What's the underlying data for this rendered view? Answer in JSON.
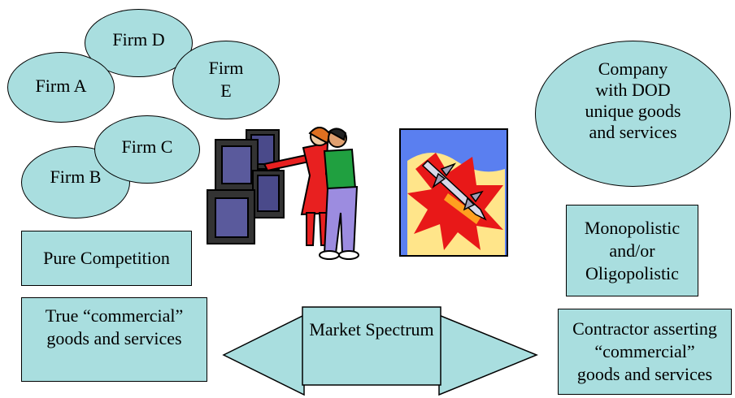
{
  "colors": {
    "fill": "#a9dedf",
    "stroke": "#000000"
  },
  "firms": {
    "firm_d": "Firm D",
    "firm_a": "Firm A",
    "firm_e_1": "Firm",
    "firm_e_2": "E",
    "firm_c": "Firm C",
    "firm_b": "Firm B"
  },
  "company": {
    "line1": "Company",
    "line2": "with DOD",
    "line3": "unique goods",
    "line4": "and services"
  },
  "pure_competition": "Pure Competition",
  "monopolistic": {
    "line1": "Monopolistic",
    "line2": "and/or",
    "line3": "Oligopolistic"
  },
  "true_commercial": {
    "line1": "True “commercial”",
    "line2": "goods and services"
  },
  "market_spectrum": "Market Spectrum",
  "contractor": {
    "line1": "Contractor asserting",
    "line2": "“commercial”",
    "line3": "goods and services"
  },
  "icons": {
    "people": "people-at-monitors-clipart",
    "missile": "missile-launch-clipart"
  }
}
